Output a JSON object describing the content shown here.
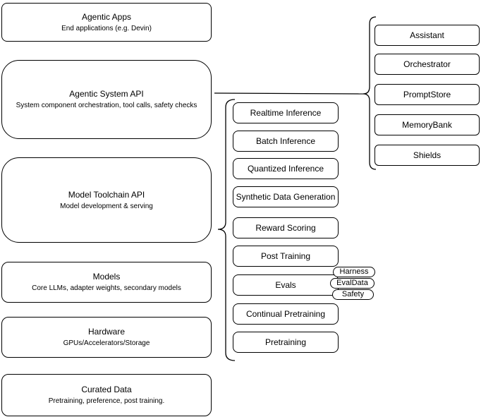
{
  "diagram": {
    "stack": [
      {
        "title": "Agentic Apps",
        "subtitle": "End applications (e.g. Devin)"
      },
      {
        "title": "Agentic System API",
        "subtitle": "System component orchestration, tool calls, safety checks"
      },
      {
        "title": "Model Toolchain API",
        "subtitle": "Model development & serving"
      },
      {
        "title": "Models",
        "subtitle": "Core LLMs, adapter weights, secondary models"
      },
      {
        "title": "Hardware",
        "subtitle": "GPUs/Accelerators/Storage"
      },
      {
        "title": "Curated Data",
        "subtitle": "Pretraining, preference, post training."
      }
    ],
    "toolchain_services": [
      {
        "label": "Realtime Inference"
      },
      {
        "label": "Batch Inference"
      },
      {
        "label": "Quantized Inference"
      },
      {
        "label": "Synthetic Data Generation"
      },
      {
        "label": "Reward Scoring"
      },
      {
        "label": "Post Training"
      },
      {
        "label": "Evals"
      },
      {
        "label": "Continual Pretraining"
      },
      {
        "label": "Pretraining"
      }
    ],
    "eval_tags": [
      {
        "label": "Harness"
      },
      {
        "label": "EvalData"
      },
      {
        "label": "Safety"
      }
    ],
    "system_components": [
      {
        "label": "Assistant"
      },
      {
        "label": "Orchestrator"
      },
      {
        "label": "PromptStore"
      },
      {
        "label": "MemoryBank"
      },
      {
        "label": "Shields"
      }
    ],
    "colors": {
      "stroke": "#000000",
      "fill": "#ffffff",
      "background": "#ffffff"
    }
  }
}
